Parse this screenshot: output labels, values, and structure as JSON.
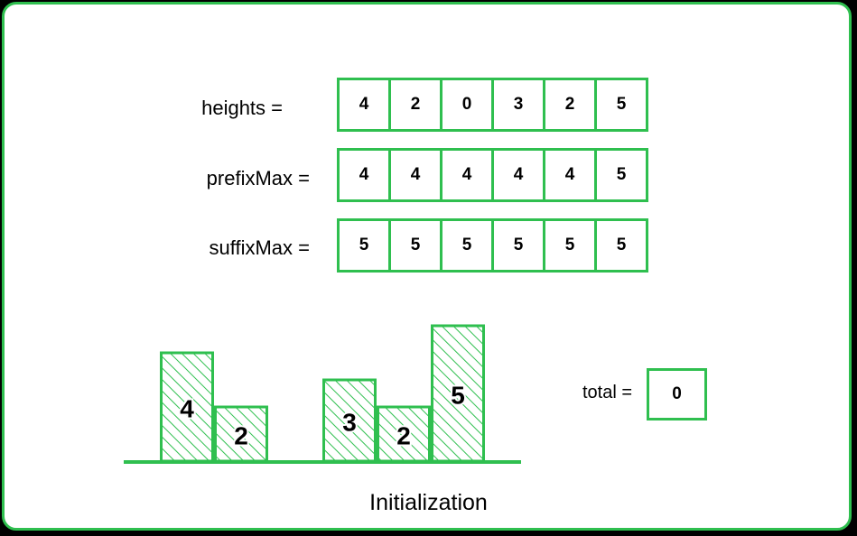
{
  "rows": [
    {
      "label": "heights =",
      "values": [
        "4",
        "2",
        "0",
        "3",
        "2",
        "5"
      ]
    },
    {
      "label": "prefixMax =",
      "values": [
        "4",
        "4",
        "4",
        "4",
        "4",
        "5"
      ]
    },
    {
      "label": "suffixMax =",
      "values": [
        "5",
        "5",
        "5",
        "5",
        "5",
        "5"
      ]
    }
  ],
  "bars": {
    "heights": [
      4,
      2,
      0,
      3,
      2,
      5
    ],
    "labels": [
      "4",
      "2",
      "",
      "3",
      "2",
      "5"
    ]
  },
  "total": {
    "label": "total =",
    "value": "0"
  },
  "caption": "Initialization",
  "colors": {
    "accent": "#2fbf4f",
    "hatch_fill": "#c8efd2"
  }
}
